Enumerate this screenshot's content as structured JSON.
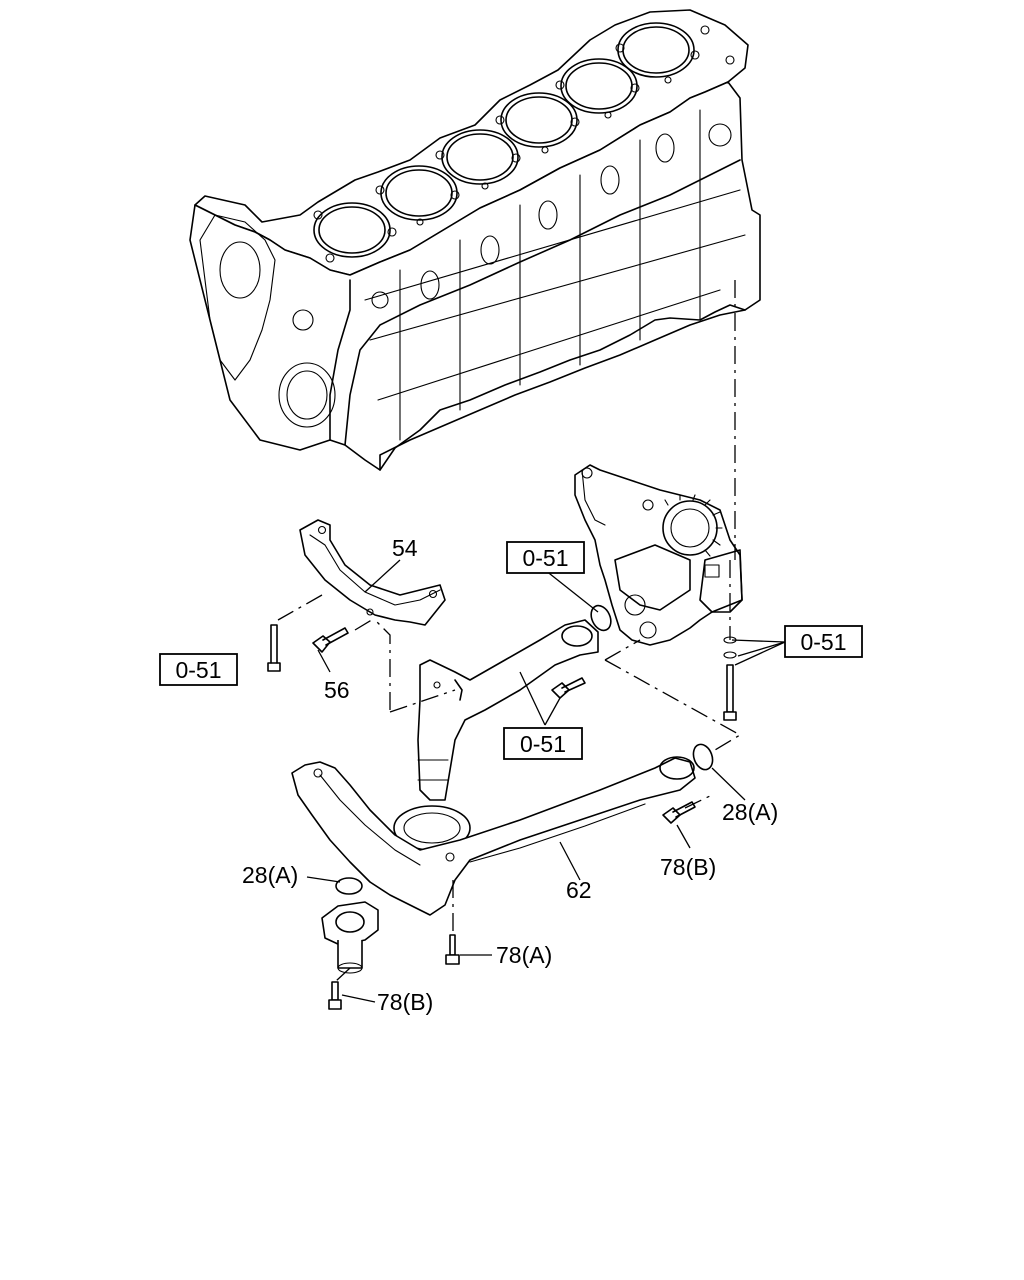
{
  "labels": {
    "part_54": "54",
    "part_56": "56",
    "part_62": "62",
    "part_28a_right": "28(A)",
    "part_28a_left": "28(A)",
    "part_78b_right": "78(B)",
    "part_78a": "78(A)",
    "part_78b_left": "78(B)"
  },
  "refs": {
    "ref_left": "0-51",
    "ref_upper_middle": "0-51",
    "ref_right": "0-51",
    "ref_lower_middle": "0-51"
  }
}
